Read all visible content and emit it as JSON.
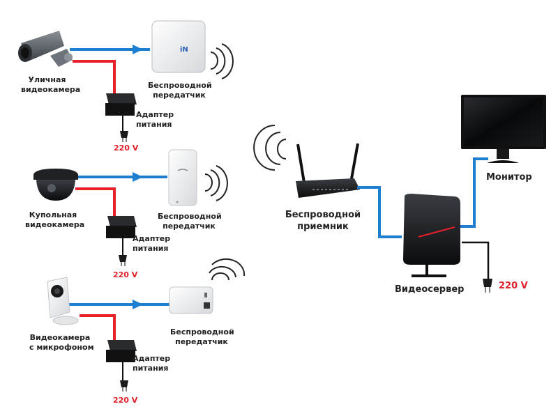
{
  "title": "Wireless video surveillance connection diagram",
  "colors": {
    "video_line": "#1e7fd0",
    "power_line": "#e8202a",
    "cable": "#111111",
    "voltage_text": "#e0202a",
    "label_text": "#222222"
  },
  "cameras": [
    {
      "camera_label": [
        "Уличная",
        "видеокамера"
      ],
      "camera_icon": "bullet-camera-icon",
      "transmitter_label": [
        "Беспроводной",
        "передатчик"
      ],
      "transmitter_icon": "panel-antenna-icon",
      "adapter_label": [
        "Адаптер",
        "питания"
      ],
      "voltage": "220 V"
    },
    {
      "camera_label": [
        "Купольная",
        "видеокамера"
      ],
      "camera_icon": "dome-camera-icon",
      "transmitter_label": [
        "Беспроводной",
        "передатчик"
      ],
      "transmitter_icon": "outdoor-cpe-icon",
      "adapter_label": [
        "Адаптер",
        "питания"
      ],
      "voltage": "220 V"
    },
    {
      "camera_label": [
        "Видеокамера",
        "с микрофоном"
      ],
      "camera_icon": "cube-camera-icon",
      "transmitter_label": [
        "Беспроводной",
        "передатчик"
      ],
      "transmitter_icon": "pocket-router-icon",
      "adapter_label": [
        "Адаптер",
        "питания"
      ],
      "voltage": "220 V"
    }
  ],
  "receiver": {
    "label": [
      "Беспроводной",
      "приемник"
    ],
    "icon": "wifi-router-icon"
  },
  "server": {
    "label": "Видеосервер",
    "icon": "mini-pc-icon",
    "voltage": "220 V"
  },
  "monitor": {
    "label": "Монитор",
    "icon": "monitor-icon"
  }
}
